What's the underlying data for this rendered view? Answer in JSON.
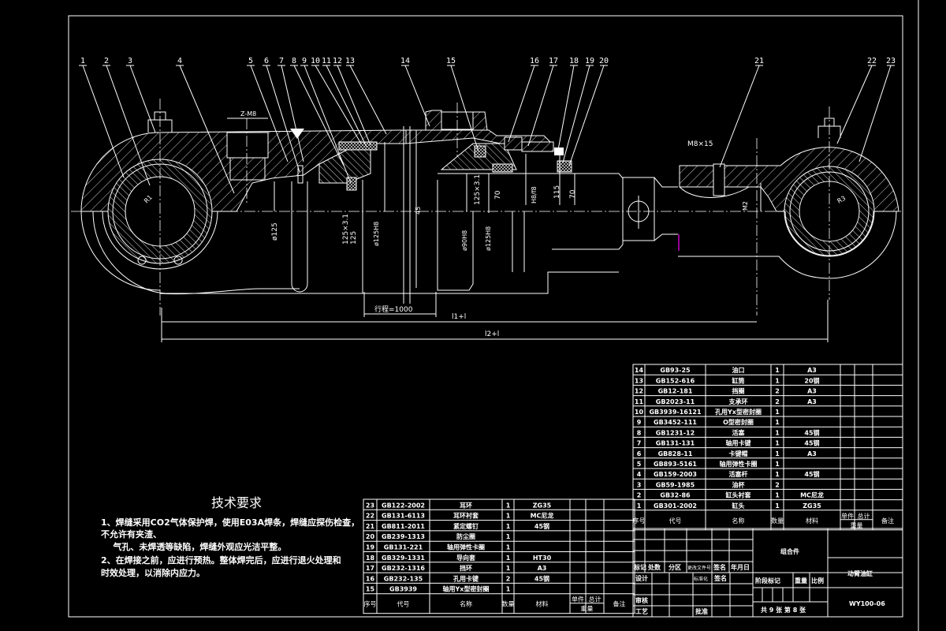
{
  "callouts": [
    "1",
    "2",
    "3",
    "4",
    "5",
    "6",
    "7",
    "8",
    "9",
    "10",
    "11",
    "12",
    "13",
    "14",
    "15",
    "16",
    "17",
    "18",
    "19",
    "20",
    "21",
    "22",
    "23"
  ],
  "dimensions": {
    "port_thread": "Z-M8",
    "eye_radius_left": "R1",
    "eye_radius_right": "R3",
    "bore_dia": "ø125",
    "seal_left": "125×3.1",
    "seal_left_dia": "125",
    "bore_fit_left": "ø125H8",
    "tube_mark": "45",
    "rod_fit": "ø90H8",
    "gland_fit": "ø125H8",
    "seal_right": "125×3.1",
    "gland_len_1": "70",
    "gland_fit_2": "H8/f8",
    "gland_dia": "115",
    "gland_len_2": "70",
    "screw_spec": "M8×15",
    "screw_mark": "M2",
    "stroke": "行程=1000",
    "length_1": "l1+l",
    "length_2": "l2+l"
  },
  "tech_requirements": {
    "title": "技术要求",
    "lines": [
      "1、焊缝采用CO2气体保护焊，使用E03A焊条，焊缝应探伤检查，",
      "不允许有夹渣、",
      "    气孔、未焊透等缺陷，焊缝外观应光洁平整。",
      "2、在焊接之前，应进行预热。整体焊完后，应进行退火处理和",
      "时效处理，以消除内应力。"
    ]
  },
  "parts_header": {
    "no": "序号",
    "code": "代号",
    "name": "名称",
    "qty": "数量",
    "material": "材料",
    "unit": "单件",
    "total": "总计",
    "weight": "重量",
    "remark": "备注"
  },
  "parts_upper": [
    [
      "14",
      "GB93-25",
      "油口",
      "1",
      "A3"
    ],
    [
      "13",
      "GB152-616",
      "缸筒",
      "1",
      "20钢"
    ],
    [
      "12",
      "GB12-181",
      "挡圈",
      "2",
      "A3"
    ],
    [
      "11",
      "GB2023-11",
      "支承环",
      "2",
      "A3"
    ],
    [
      "10",
      "GB3939-16121",
      "孔用Yx型密封圈",
      "1",
      ""
    ],
    [
      "9",
      "GB3452-111",
      "O型密封圈",
      "1",
      ""
    ],
    [
      "8",
      "GB1231-12",
      "活塞",
      "1",
      "45钢"
    ],
    [
      "7",
      "GB131-131",
      "轴用卡键",
      "1",
      "45钢"
    ],
    [
      "6",
      "GB828-11",
      "卡键帽",
      "1",
      "A3"
    ],
    [
      "5",
      "GB893-5161",
      "轴用弹性卡圈",
      "1",
      ""
    ],
    [
      "4",
      "GB159-2003",
      "活塞杆",
      "1",
      "45钢"
    ],
    [
      "3",
      "GB59-1985",
      "油杯",
      "2",
      ""
    ],
    [
      "2",
      "GB32-86",
      "缸头衬套",
      "1",
      "MC尼龙"
    ],
    [
      "1",
      "GB301-2002",
      "缸头",
      "1",
      "ZG35"
    ]
  ],
  "parts_lower": [
    [
      "23",
      "GB122-2002",
      "耳环",
      "1",
      "ZG35"
    ],
    [
      "22",
      "GB131-6113",
      "耳环衬套",
      "1",
      "MC尼龙"
    ],
    [
      "21",
      "GB811-2011",
      "紧定螺钉",
      "1",
      "45钢"
    ],
    [
      "20",
      "GB239-1313",
      "防尘圈",
      "1",
      ""
    ],
    [
      "19",
      "GB131-221",
      "轴用弹性卡圈",
      "1",
      ""
    ],
    [
      "18",
      "GB329-1331",
      "导向套",
      "1",
      "HT30"
    ],
    [
      "17",
      "GB232-1316",
      "挡环",
      "1",
      "A3"
    ],
    [
      "16",
      "GB232-135",
      "孔用卡键",
      "2",
      "45钢"
    ],
    [
      "15",
      "GB3939",
      "轴用Yx型密封圈",
      "1",
      ""
    ]
  ],
  "title_block": {
    "assembly": "组合件",
    "drawing_name": "动臂油缸",
    "drawing_no": "WY100-06",
    "rev_headers": [
      "标记",
      "处数",
      "分区",
      "更改文件号",
      "签名",
      "年月日"
    ],
    "design": "设计",
    "standardization": "标准化",
    "signature": "签名",
    "stage_mark": "阶段标记",
    "weight": "重量",
    "scale": "比例",
    "review": "审核",
    "process": "工艺",
    "approve": "批准",
    "sheets": "共 9 张 第 8 张"
  },
  "colors": {
    "background": "#000000",
    "lines": "#ffffff",
    "accent": "#ff00ff"
  }
}
